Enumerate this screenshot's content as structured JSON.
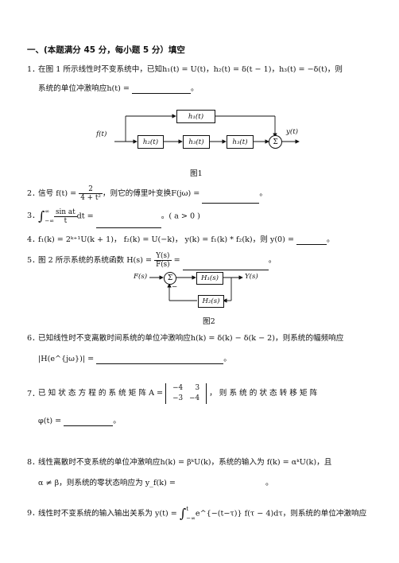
{
  "section_title": "一、(本题满分 45 分，每小题 5 分）填空",
  "q1": {
    "number": "1．",
    "line1": "在图 1 所示线性时不变系统中，已知h₁(t) = U(t)，h₂(t) = δ(t − 1)，h₃(t) = −δ(t)，则",
    "line2": "系统的单位冲激响应h(t) = ",
    "end": "。"
  },
  "figure1": {
    "caption": "图1",
    "input_label": "f(t)",
    "output_label": "y(t)",
    "h1": "h₁(t)",
    "h2": "h₂(t)",
    "h3a": "h₃(t)",
    "h3b": "h₃(t)",
    "sum": "Σ"
  },
  "q2": {
    "number": "2．",
    "pre": "信号 f(t) = ",
    "num": "2",
    "den": "4 + t²",
    "post": "，则它的傅里叶变换F(jω) = ",
    "end": "。"
  },
  "q3": {
    "number": "3．",
    "integral": "∫",
    "upper": "∞",
    "lower": "−∞",
    "num": "sin at",
    "den": "t",
    "post": "dt = ",
    "cond": "。( a > 0 )"
  },
  "q4": {
    "number": "4．",
    "text": "f₁(k) = 2ᵏ⁺¹U(k + 1)，  f₂(k) = U(−k)，  y(k) = f₁(k) * f₂(k)，则 y(0) = ",
    "end": "。"
  },
  "q5": {
    "number": "5．",
    "pre": "图 2 所示系统的系统函数 H(s) = ",
    "num": "Y(s)",
    "den": "F(s)",
    "mid": " = ",
    "end": "。"
  },
  "figure2": {
    "caption": "图2",
    "input_label": "F(s)",
    "output_label": "Y(s)",
    "h1": "H₁(s)",
    "h2": "H₂(s)",
    "sum": "Σ",
    "minus": "−"
  },
  "q6": {
    "number": "6．",
    "line1": "已知线性时不变离散时间系统的单位冲激响应h(k) = δ(k) − δ(k − 2)，则系统的幅频响应",
    "line2": "|H(e^{jω})| = ",
    "end": "。"
  },
  "q7": {
    "number": "7．",
    "pre": "已 知 状 态 方 程 的 系 统 矩 阵 A =",
    "matrix": [
      [
        "−4",
        "3"
      ],
      [
        "−3",
        "−4"
      ]
    ],
    "post": "，  则 系 统 的 状 态 转 移 矩 阵",
    "line2": "φ(t) = ",
    "end": "。"
  },
  "q8": {
    "number": "8．",
    "line1": "线性离散时不变系统的单位冲激响应h(k) = βᵏU(k)，系统的输入为 f(k) = αᵏU(k)，且",
    "line2": "α ≠ β，则系统的零状态响应为 y_f(k) = ",
    "end": "。"
  },
  "q9": {
    "number": "9．",
    "pre": "线性时不变系统的输入输出关系为 y(t) = ",
    "integral": "∫",
    "upper": "t",
    "lower": "−∞",
    "body": "e^{−(t−τ)} f(τ − 4)dτ",
    "post": "，则系统的单位冲激响应"
  }
}
